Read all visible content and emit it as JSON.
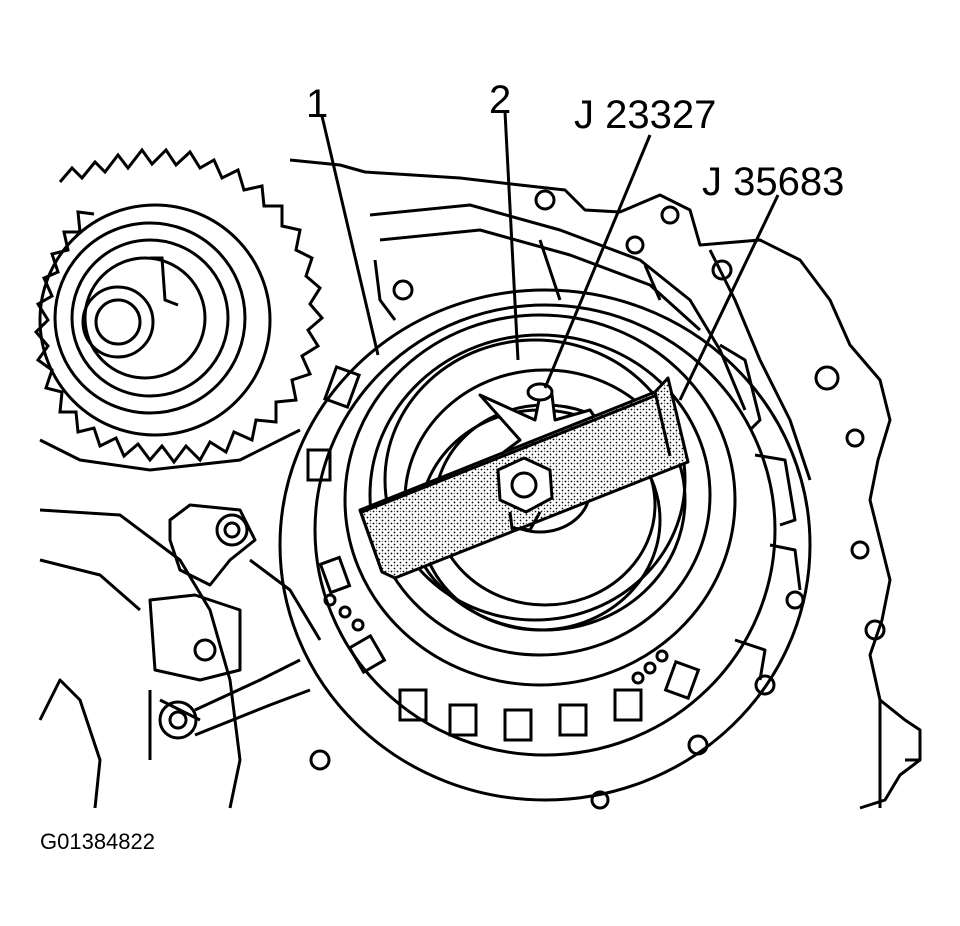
{
  "callouts": {
    "item_1": "1",
    "item_2": "2",
    "tool_a": "J 23327",
    "tool_b": "J 35683"
  },
  "figure_id": "G01384822",
  "colors": {
    "line": "#000000",
    "background": "#ffffff",
    "tool_fill": "#bdbdbd"
  }
}
